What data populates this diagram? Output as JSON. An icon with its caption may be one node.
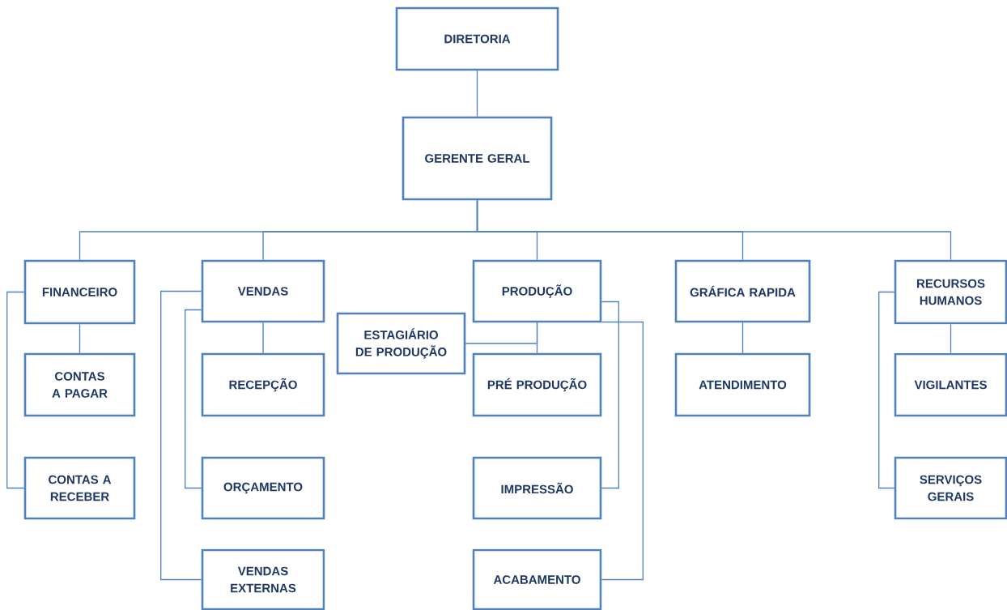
{
  "diagram": {
    "nodes": [
      {
        "text": [
          "DIRETORIA"
        ]
      },
      {
        "text": [
          "GERENTE GERAL"
        ]
      },
      {
        "text": [
          "FINANCEIRO"
        ]
      },
      {
        "text": [
          "CONTAS A PAGAR"
        ]
      },
      {
        "text": [
          "CONTAS A RECEBER"
        ]
      },
      {
        "text": [
          "VENDAS"
        ]
      },
      {
        "text": [
          "RECEPÇÃO"
        ]
      },
      {
        "text": [
          "ORÇAMENTO"
        ]
      },
      {
        "text": [
          "VENDAS EXTERNAS"
        ]
      },
      {
        "text": [
          "PRODUÇÃO"
        ]
      },
      {
        "text": [
          "ESTAGIÁRIO DE PRODUÇÃO"
        ]
      },
      {
        "text": [
          "PRÉ PRODUÇÃO"
        ]
      },
      {
        "text": [
          "IMPRESSÃO"
        ]
      },
      {
        "text": [
          "ACABAMENTO"
        ]
      },
      {
        "text": [
          "GRÁFICA RAPIDA"
        ]
      },
      {
        "text": [
          "ATENDIMENTO"
        ]
      },
      {
        "text": [
          "RECURSOS HUMANOS"
        ]
      },
      {
        "text": [
          "VIGILANTES"
        ]
      },
      {
        "text": [
          "SERVIÇOS GERAIS"
        ]
      }
    ],
    "edges": [
      {
        "from": 0,
        "to": 1,
        "arrow": "none"
      },
      {
        "from": 1,
        "to": 2,
        "arrow": "none"
      },
      {
        "from": 1,
        "to": 5,
        "arrow": "none"
      },
      {
        "from": 1,
        "to": 9,
        "arrow": "none"
      },
      {
        "from": 1,
        "to": 14,
        "arrow": "none"
      },
      {
        "from": 1,
        "to": 16,
        "arrow": "none"
      },
      {
        "from": 2,
        "to": 3,
        "arrow": "none"
      },
      {
        "from": 2,
        "to": 4,
        "arrow": "none"
      },
      {
        "from": 5,
        "to": 6,
        "arrow": "none"
      },
      {
        "from": 5,
        "to": 7,
        "arrow": "none"
      },
      {
        "from": 5,
        "to": 8,
        "arrow": "none"
      },
      {
        "from": 9,
        "to": 10,
        "arrow": "none"
      },
      {
        "from": 9,
        "to": 11,
        "arrow": "none"
      },
      {
        "from": 9,
        "to": 12,
        "arrow": "none"
      },
      {
        "from": 9,
        "to": 13,
        "arrow": "none"
      },
      {
        "from": 14,
        "to": 15,
        "arrow": "none"
      },
      {
        "from": 16,
        "to": 17,
        "arrow": "none"
      },
      {
        "from": 16,
        "to": 18,
        "arrow": "none"
      }
    ]
  }
}
